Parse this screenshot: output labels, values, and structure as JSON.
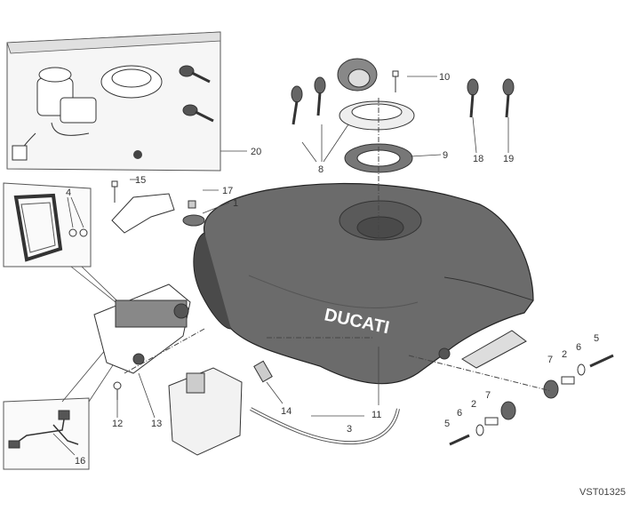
{
  "diagram": {
    "code": "VST01325",
    "callouts": [
      {
        "id": "c1",
        "text": "1"
      },
      {
        "id": "c2a",
        "text": "2"
      },
      {
        "id": "c2b",
        "text": "2"
      },
      {
        "id": "c3",
        "text": "3"
      },
      {
        "id": "c4",
        "text": "4"
      },
      {
        "id": "c5a",
        "text": "5"
      },
      {
        "id": "c5b",
        "text": "5"
      },
      {
        "id": "c6a",
        "text": "6"
      },
      {
        "id": "c6b",
        "text": "6"
      },
      {
        "id": "c7a",
        "text": "7"
      },
      {
        "id": "c7b",
        "text": "7"
      },
      {
        "id": "c8",
        "text": "8"
      },
      {
        "id": "c9",
        "text": "9"
      },
      {
        "id": "c10",
        "text": "10"
      },
      {
        "id": "c11",
        "text": "11"
      },
      {
        "id": "c12",
        "text": "12"
      },
      {
        "id": "c13",
        "text": "13"
      },
      {
        "id": "c14",
        "text": "14"
      },
      {
        "id": "c15",
        "text": "15"
      },
      {
        "id": "c16",
        "text": "16"
      },
      {
        "id": "c17",
        "text": "17"
      },
      {
        "id": "c18",
        "text": "18"
      },
      {
        "id": "c19",
        "text": "19"
      },
      {
        "id": "c20",
        "text": "20"
      }
    ],
    "tank_logo": "DUCATI",
    "colors": {
      "tank": "#6b6b6b",
      "tank_dark": "#4a4a4a",
      "line": "#333333",
      "inset_bg": "#f4f4f4"
    }
  }
}
